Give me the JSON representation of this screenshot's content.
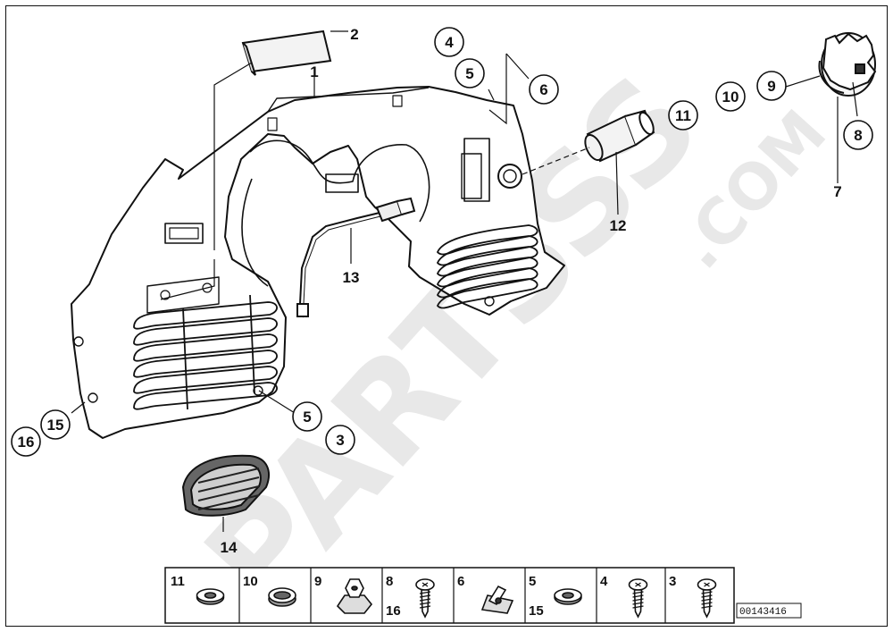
{
  "diagram": {
    "watermark": {
      "brand": "PARTSSS",
      "suffix": ".COM",
      "color": "#d6d6d6"
    },
    "drawing_code": "00143416",
    "callouts": [
      {
        "id": "c1",
        "label": "1",
        "circled": false
      },
      {
        "id": "c2",
        "label": "2",
        "circled": false
      },
      {
        "id": "c3",
        "label": "3",
        "circled": true
      },
      {
        "id": "c4",
        "label": "4",
        "circled": true
      },
      {
        "id": "c5a",
        "label": "5",
        "circled": true
      },
      {
        "id": "c5b",
        "label": "5",
        "circled": true
      },
      {
        "id": "c6",
        "label": "6",
        "circled": true
      },
      {
        "id": "c7",
        "label": "7",
        "circled": false
      },
      {
        "id": "c8",
        "label": "8",
        "circled": true
      },
      {
        "id": "c9",
        "label": "9",
        "circled": true
      },
      {
        "id": "c10",
        "label": "10",
        "circled": true
      },
      {
        "id": "c11",
        "label": "11",
        "circled": true
      },
      {
        "id": "c12",
        "label": "12",
        "circled": false
      },
      {
        "id": "c13",
        "label": "13",
        "circled": false
      },
      {
        "id": "c14",
        "label": "14",
        "circled": false
      },
      {
        "id": "c15",
        "label": "15",
        "circled": true
      },
      {
        "id": "c16",
        "label": "16",
        "circled": true
      }
    ],
    "hardware_strip": [
      {
        "label": "11",
        "sublabel": "",
        "icon": "washer-icon"
      },
      {
        "label": "10",
        "sublabel": "",
        "icon": "grommet-icon"
      },
      {
        "label": "9",
        "sublabel": "",
        "icon": "nut-icon"
      },
      {
        "label": "8",
        "sublabel": "16",
        "icon": "screw-icon"
      },
      {
        "label": "6",
        "sublabel": "",
        "icon": "clip-nut-icon"
      },
      {
        "label": "5",
        "sublabel": "15",
        "icon": "washer-icon"
      },
      {
        "label": "4",
        "sublabel": "",
        "icon": "screw-icon"
      },
      {
        "label": "3",
        "sublabel": "",
        "icon": "screw-icon"
      }
    ]
  }
}
